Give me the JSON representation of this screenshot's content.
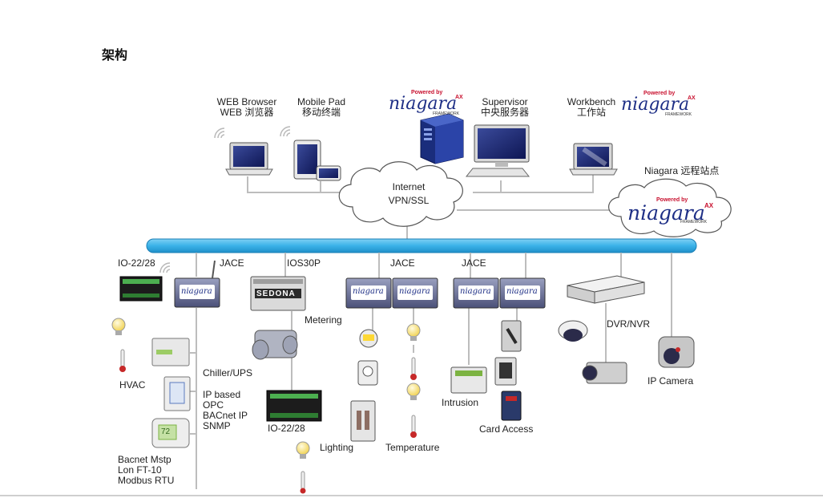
{
  "page": {
    "title": "架构"
  },
  "clients": {
    "web_browser": "WEB Browser",
    "web_browser_cn": "WEB 浏览器",
    "mobile_pad": "Mobile Pad",
    "mobile_pad_cn": "移动终端",
    "supervisor": "Supervisor",
    "supervisor_cn": "中央服务器",
    "workbench": "Workbench",
    "workbench_cn": "工作站",
    "remote_station": "Niagara 远程站点"
  },
  "network": {
    "line1": "Internet",
    "line2": "VPN/SSL"
  },
  "logo": {
    "powered_by": "Powered by",
    "name": "niagara",
    "sup": "AX",
    "framework": "FRAMEWORK"
  },
  "field": {
    "io_22_28_top": "IO-22/28",
    "jace_1": "JACE",
    "ios30p": "IOS30P",
    "jace_2": "JACE",
    "jace_3": "JACE",
    "metering": "Metering",
    "hvac": "HVAC",
    "chiller_ups": "Chiller/UPS",
    "ip_based": [
      "IP based",
      "OPC",
      "BACnet IP",
      "SNMP"
    ],
    "io_22_28_bottom": "IO-22/28",
    "lighting": "Lighting",
    "temperature": "Temperature",
    "intrusion": "Intrusion",
    "card_access": "Card Access",
    "dvr_nvr": "DVR/NVR",
    "ip_camera": "IP Camera",
    "protocols": [
      "Bacnet Mstp",
      "Lon FT-10",
      "Modbus  RTU"
    ],
    "sedona": "SEDONA",
    "thermostat_value": "72"
  },
  "colors": {
    "bus": "#3ab2e8",
    "line": "#b9b9b9",
    "logo_blue": "#1e2f86",
    "logo_red": "#c8102e"
  }
}
